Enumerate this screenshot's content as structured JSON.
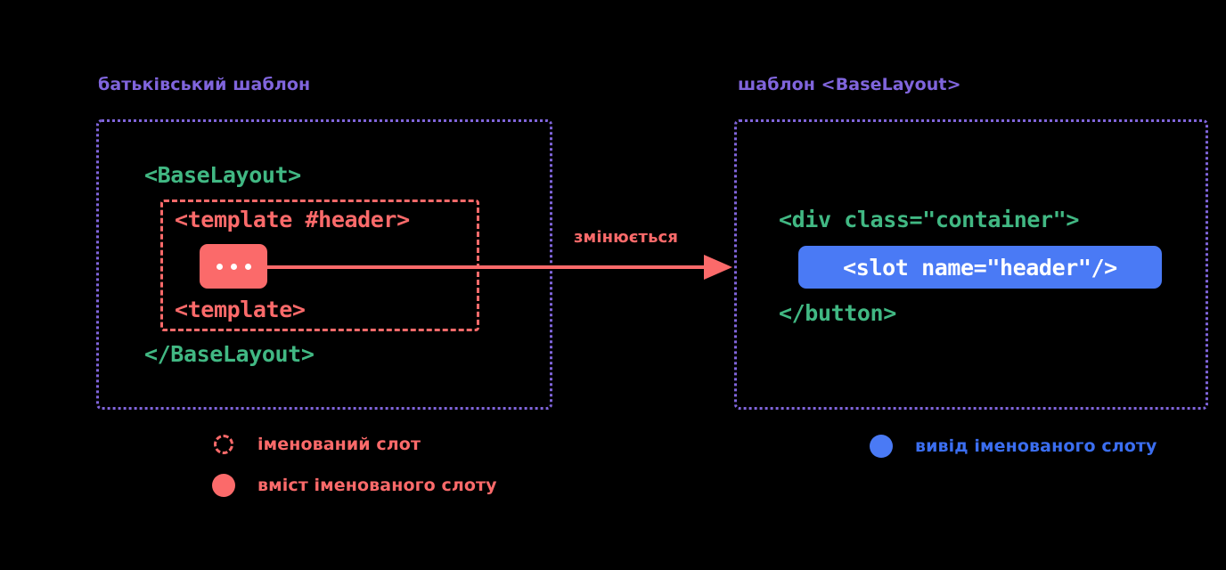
{
  "diagram": {
    "title_concept": "Vue named slots: parent template vs BaseLayout template",
    "background_color": "#000000",
    "colors": {
      "purple": "#8065dc",
      "green": "#41b883",
      "red": "#fb6a6a",
      "blue": "#4a7af5",
      "blue_text": "#3b6ef0",
      "white": "#ffffff"
    }
  },
  "panels": {
    "left": {
      "title": "батьківський шаблон",
      "code_lines": {
        "open_tag": "<BaseLayout>",
        "close_tag": "</BaseLayout>"
      },
      "slot_block": {
        "open_tag": "<template #header>",
        "close_tag": "<template>",
        "content_pill": "..."
      }
    },
    "right": {
      "title": "шаблон <BaseLayout>",
      "code_lines": {
        "open_tag": "<div class=\"container\">",
        "close_tag": "</button>"
      },
      "slot_outlet": "<slot name=\"header\"/>"
    }
  },
  "arrow": {
    "label": "змінюється",
    "direction": "left-to-right",
    "icon": "arrow-right-icon"
  },
  "legend": {
    "items": [
      {
        "id": "named-slot",
        "label": "іменований слот",
        "marker": "dashed-circle-icon",
        "color": "#fb6a6a"
      },
      {
        "id": "slot-content",
        "label": "вміст іменованого слоту",
        "marker": "filled-circle-icon",
        "color": "#fb6a6a"
      },
      {
        "id": "slot-outlet",
        "label": "вивід іменованого слоту",
        "marker": "filled-circle-icon",
        "color": "#4a7af5"
      }
    ]
  }
}
